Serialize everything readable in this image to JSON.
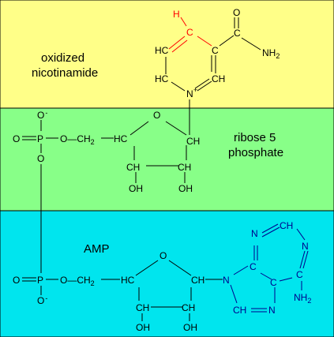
{
  "section_labels": {
    "nicotinamide_line1": "oxidized",
    "nicotinamide_line2": "nicotinamide",
    "ribose_line1": "ribose 5",
    "ribose_line2": "phosphate",
    "amp": "AMP"
  },
  "atoms": {
    "H": "H",
    "C": "C",
    "CH": "CH",
    "HC": "HC",
    "O": "O",
    "N": "N",
    "NH": "NH",
    "sub2": "2",
    "P": "P",
    "OH": "OH",
    "CH2_base": "O—CH",
    "plus": "+",
    "minus": "-"
  },
  "colors": {
    "nicotinamide_band": "#ffff88",
    "ribose_band": "#88ff88",
    "amp_band": "#00e5ee",
    "highlight": "#ff0000",
    "nicotinamide_atoms": "#000000",
    "adenine_atoms": "#00008b"
  }
}
